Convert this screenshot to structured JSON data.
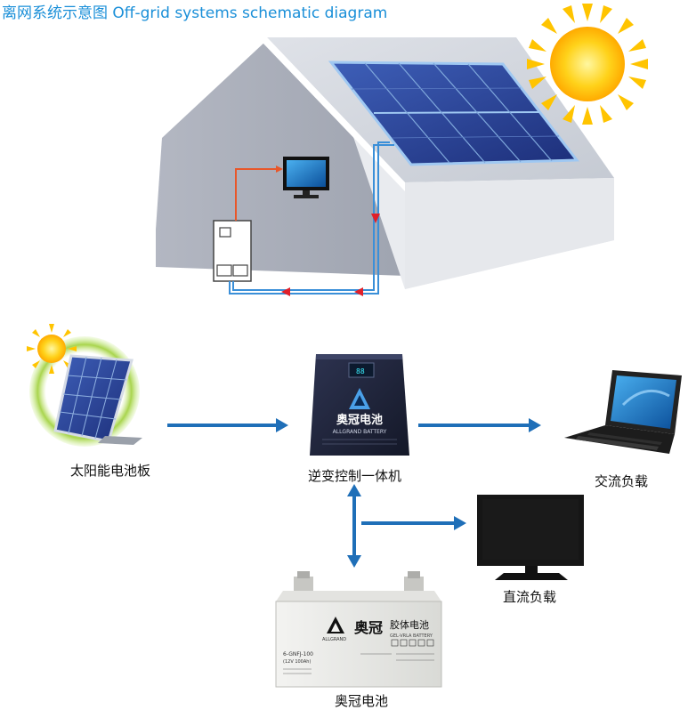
{
  "title": "离网系统示意图  Off-grid systems schematic diagram",
  "components": {
    "solar_panel": "太阳能电池板",
    "inverter_controller": "逆变控制一体机",
    "ac_load": "交流负载",
    "dc_load": "直流负载",
    "battery": "奥冠电池"
  },
  "device_text": {
    "inverter_brand_cn": "奥冠电池",
    "inverter_brand_en": "ALLGRAND BATTERY",
    "battery_brand_cn": "奥冠",
    "battery_type_cn": "胶体电池",
    "battery_type_en": "GEL-VRLA BATTERY",
    "battery_brand_en": "ALLGRAND",
    "battery_model": "6-GNFJ-100",
    "battery_spec": "(12V 100Ah)"
  },
  "colors": {
    "title": "#1a8fd8",
    "arrow": "#1f6fb8",
    "ac_wire": "#e8572a",
    "dc_wire": "#3a8fd8",
    "flow_marker": "#e0202a",
    "sun": "#ffc400"
  }
}
